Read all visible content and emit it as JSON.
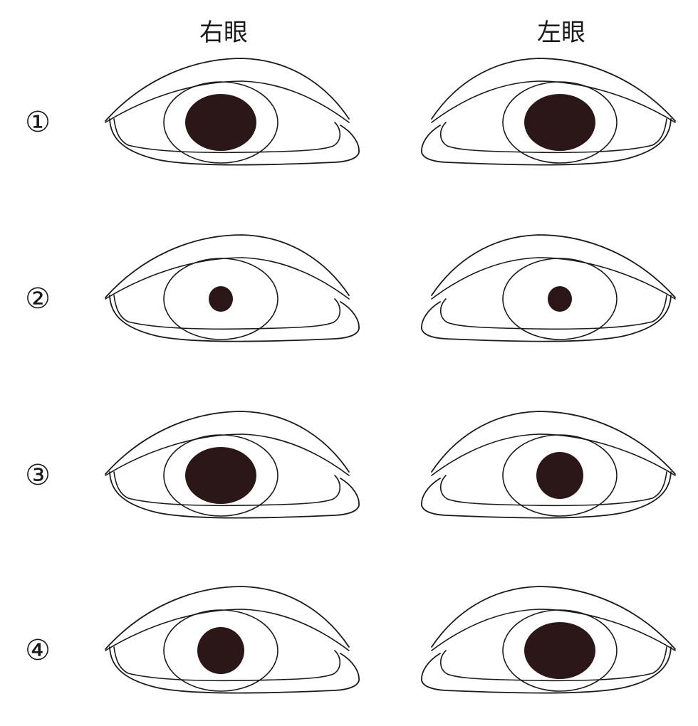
{
  "headers": {
    "right_eye": "右眼",
    "left_eye": "左眼"
  },
  "colors": {
    "line": "#1a1a1a",
    "pupil": "#2b1718",
    "background": "#ffffff"
  },
  "rows": [
    {
      "label": "①",
      "right_eye": {
        "pupil_size": "large"
      },
      "left_eye": {
        "pupil_size": "large"
      }
    },
    {
      "label": "②",
      "right_eye": {
        "pupil_size": "small"
      },
      "left_eye": {
        "pupil_size": "small"
      }
    },
    {
      "label": "③",
      "right_eye": {
        "pupil_size": "large"
      },
      "left_eye": {
        "pupil_size": "medium"
      }
    },
    {
      "label": "④",
      "right_eye": {
        "pupil_size": "medium"
      },
      "left_eye": {
        "pupil_size": "large"
      }
    }
  ]
}
